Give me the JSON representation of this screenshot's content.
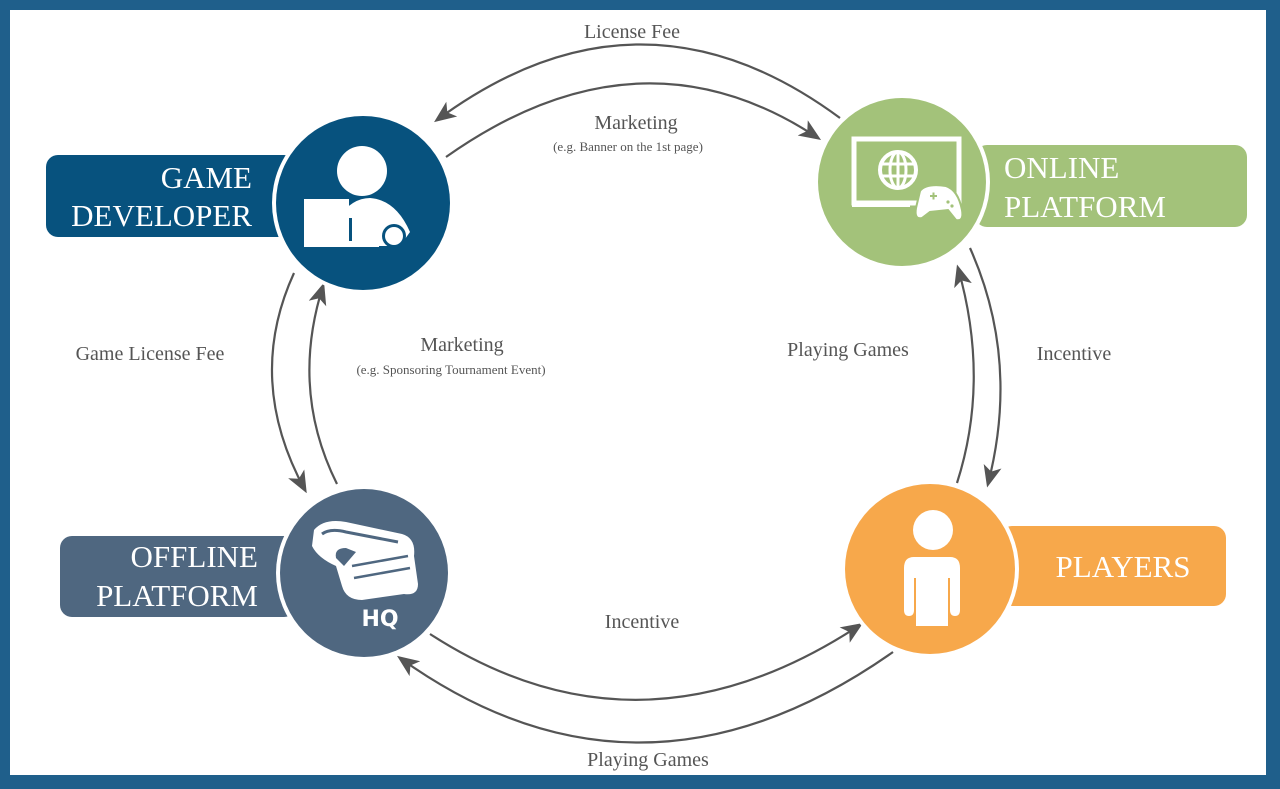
{
  "colors": {
    "frame": "#1f5f8b",
    "game_developer": "#07527e",
    "online_platform": "#a3c27a",
    "offline_platform": "#4f6780",
    "players": "#f7a84b",
    "arrow": "#555555",
    "label_text": "#555555"
  },
  "nodes": {
    "game_developer": {
      "line1": "GAME",
      "line2": "DEVELOPER",
      "icon": "developer-at-laptop-icon"
    },
    "online_platform": {
      "line1": "ONLINE",
      "line2": "PLATFORM",
      "icon": "monitor-globe-gamepad-icon"
    },
    "offline_platform": {
      "line1": "OFFLINE",
      "line2": "PLATFORM",
      "icon": "vr-headset-icon",
      "icon_text": "HQ"
    },
    "players": {
      "line1": "PLAYERS",
      "icon": "person-icon"
    }
  },
  "flows": {
    "license_fee": {
      "label": "License Fee",
      "from": "ONLINE PLATFORM",
      "to": "GAME DEVELOPER"
    },
    "marketing_banner": {
      "label": "Marketing",
      "sublabel": "(e.g. Banner on the 1st page)",
      "from": "GAME DEVELOPER",
      "to": "ONLINE PLATFORM"
    },
    "game_license_fee": {
      "label": "Game License Fee",
      "from": "GAME DEVELOPER",
      "to": "OFFLINE PLATFORM"
    },
    "marketing_sponsoring": {
      "label": "Marketing",
      "sublabel": "(e.g. Sponsoring Tournament Event)",
      "from": "OFFLINE PLATFORM",
      "to": "GAME DEVELOPER"
    },
    "playing_games_online": {
      "label": "Playing Games",
      "from": "PLAYERS",
      "to": "ONLINE PLATFORM"
    },
    "incentive_online": {
      "label": "Incentive",
      "from": "ONLINE PLATFORM",
      "to": "PLAYERS"
    },
    "incentive_offline": {
      "label": "Incentive",
      "from": "OFFLINE PLATFORM",
      "to": "PLAYERS"
    },
    "playing_games_offline": {
      "label": "Playing Games",
      "from": "PLAYERS",
      "to": "OFFLINE PLATFORM"
    }
  }
}
